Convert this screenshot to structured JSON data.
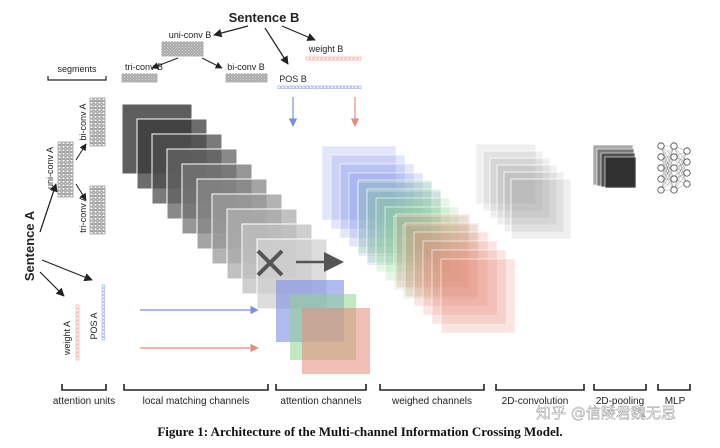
{
  "labels": {
    "sentence_b": "Sentence B",
    "sentence_a": "Sentence A",
    "uni_conv_b": "uni-conv B",
    "tri_conv_b": "tri-conv B",
    "bi_conv_b": "bi-conv B",
    "weight_b": "weight B",
    "pos_b": "POS B",
    "segments": "segments",
    "uni_conv_a": "uni-conv A",
    "bi_conv_a": "bi-conv A",
    "tri_conv_a": "tri-conv A",
    "weight_a": "weight A",
    "pos_a": "POS A"
  },
  "stages": {
    "attention_units": "attention units",
    "local_matching_channels": "local matching channels",
    "attention_channels": "attention channels",
    "weighed_channels": "weighed channels",
    "conv2d": "2D-convolution",
    "pooling2d": "2D-pooling",
    "mlp": "MLP"
  },
  "caption": "Figure 1: Architecture of the Multi-channel Information Crossing Model.",
  "watermark": "知乎 @信陵君魏无忌",
  "colors": {
    "blue": "#7c8ee6",
    "red": "#e88a7a",
    "green": "#8fd48e",
    "gray": "#444444"
  }
}
